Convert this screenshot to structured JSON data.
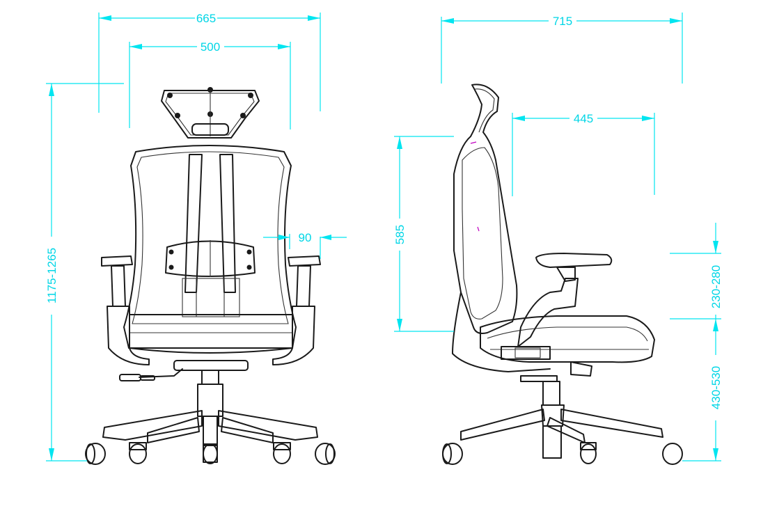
{
  "dimensions": {
    "front_overall_width": "665",
    "front_backrest_width": "500",
    "front_total_height": "1175-1265",
    "front_armrest_adjust": "90",
    "side_overall_depth": "715",
    "side_seat_depth": "445",
    "side_backrest_height": "585",
    "side_armrest_height": "230-280",
    "side_seat_height": "430-530"
  },
  "colors": {
    "dimension_line": "#00e5f0",
    "outline": "#1a1a1a"
  }
}
